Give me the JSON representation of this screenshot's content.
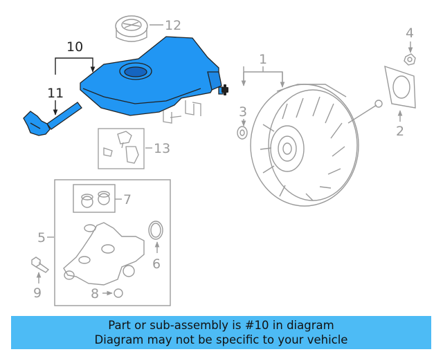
{
  "callouts": {
    "c1": "1",
    "c2": "2",
    "c3": "3",
    "c4": "4",
    "c5": "5",
    "c6": "6",
    "c7": "7",
    "c8": "8",
    "c9": "9",
    "c10": "10",
    "c11": "11",
    "c12": "12",
    "c13": "13"
  },
  "highlight_color": "#2196f3",
  "banner": {
    "line1": "Part or sub-assembly is #10 in diagram",
    "line2": "Diagram may not be specific to your vehicle",
    "background": "#4dbbf5"
  }
}
